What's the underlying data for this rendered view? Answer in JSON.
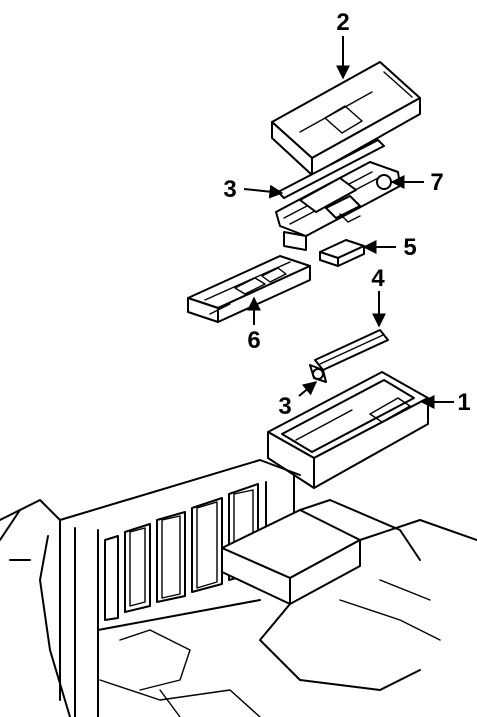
{
  "diagram": {
    "callouts": [
      {
        "id": "callout-2",
        "label": "2"
      },
      {
        "id": "callout-3-top",
        "label": "3"
      },
      {
        "id": "callout-7",
        "label": "7"
      },
      {
        "id": "callout-5",
        "label": "5"
      },
      {
        "id": "callout-4",
        "label": "4"
      },
      {
        "id": "callout-6",
        "label": "6"
      },
      {
        "id": "callout-1",
        "label": "1"
      },
      {
        "id": "callout-3-bottom",
        "label": "3"
      }
    ]
  }
}
